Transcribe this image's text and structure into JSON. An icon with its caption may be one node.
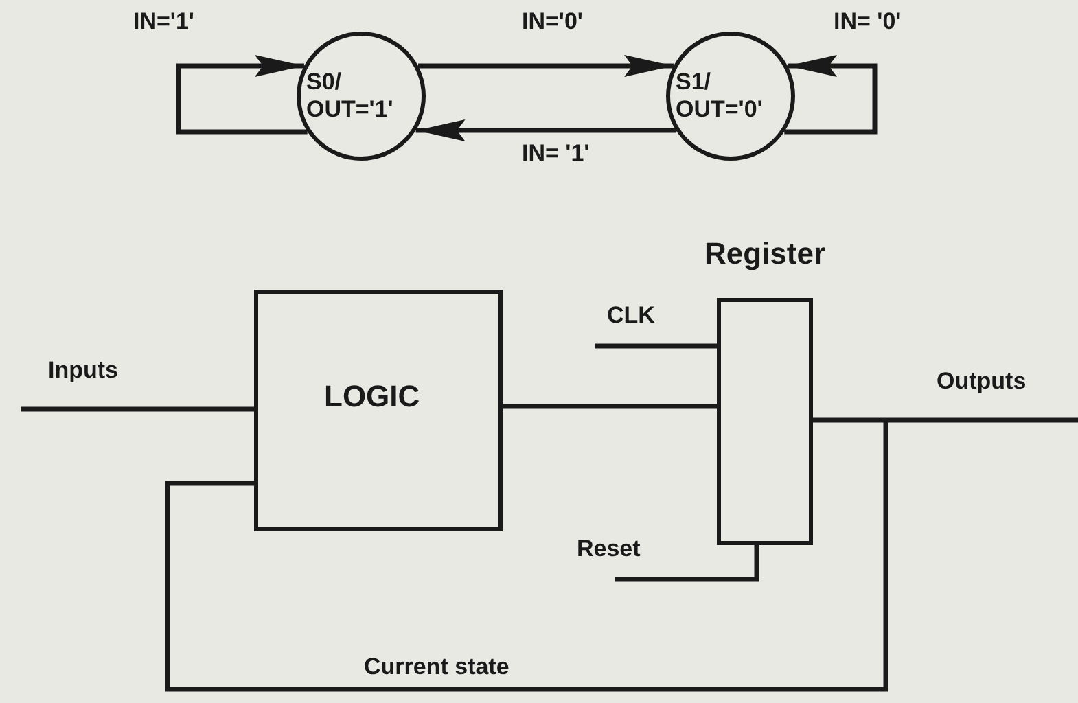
{
  "diagram": {
    "nodes": [
      {
        "text": [
          "S0/ OUT='1'"
        ]
      },
      {
        "text": [
          "S1/ OUT='0'"
        ]
      },
      {
        "text": [
          "LOGIC"
        ]
      },
      {
        "text": [
          "Register"
        ]
      }
    ],
    "edges": [
      {
        "from": 0,
        "to": 0,
        "arrow": "to",
        "label": "IN='1'"
      },
      {
        "from": 0,
        "to": 1,
        "arrow": "to",
        "label": "IN='0'"
      },
      {
        "from": 1,
        "to": 0,
        "arrow": "to",
        "label": "IN= '1'"
      },
      {
        "from": 1,
        "to": 1,
        "arrow": "to",
        "label": "IN= '0'"
      },
      {
        "from": null,
        "to": 2,
        "arrow": "none",
        "label": "Inputs"
      },
      {
        "from": 2,
        "to": 3,
        "arrow": "none"
      },
      {
        "from": null,
        "to": 3,
        "arrow": "none",
        "label": "CLK"
      },
      {
        "from": null,
        "to": 3,
        "arrow": "none",
        "label": "Reset"
      },
      {
        "from": 3,
        "to": null,
        "arrow": "none",
        "label": "Outputs"
      },
      {
        "from": 3,
        "to": 2,
        "arrow": "none",
        "label": "Current state"
      }
    ]
  }
}
